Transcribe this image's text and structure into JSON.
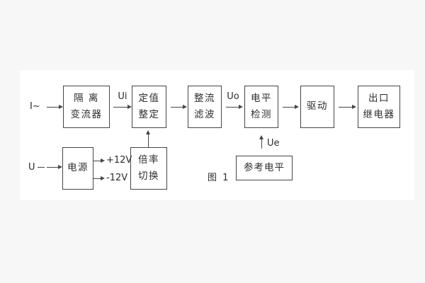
{
  "figure": {
    "caption": "图 1"
  },
  "inputs": {
    "current": "I~",
    "voltage": "U"
  },
  "signals": {
    "ui": "Ui",
    "uo": "Uo",
    "ue": "Ue"
  },
  "power_rails": {
    "positive": "+12V",
    "negative": "-12V"
  },
  "blocks": {
    "isolation": {
      "line1": "隔 离",
      "line2": "变流器"
    },
    "setting": {
      "line1": "定值",
      "line2": "整定"
    },
    "rectifier": {
      "line1": "整流",
      "line2": "滤波"
    },
    "level": {
      "line1": "电平",
      "line2": "检测"
    },
    "drive": {
      "label": "驱动"
    },
    "relay": {
      "line1": "出口",
      "line2": "继电器"
    },
    "power": {
      "label": "电源"
    },
    "ratio": {
      "line1": "倍率",
      "line2": "切换"
    },
    "reference": {
      "label": "参考电平"
    }
  },
  "colors": {
    "page": "#f7f7f7",
    "panel": "#ffffff",
    "line": "#454545",
    "text": "#2d2d2d"
  }
}
